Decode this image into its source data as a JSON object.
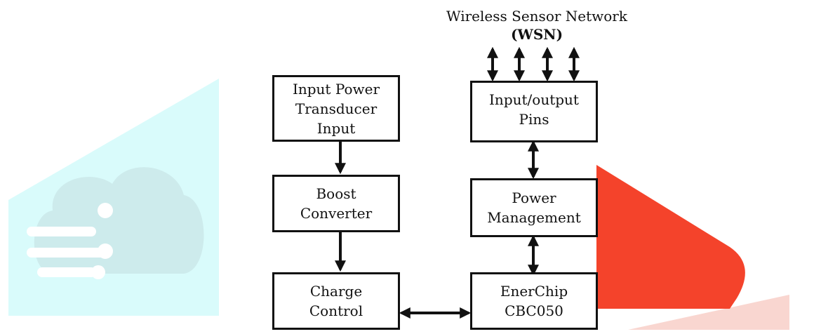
{
  "network": {
    "title_line1": "Wireless Sensor Network",
    "title_line2": "(WSN)"
  },
  "blocks": {
    "input_power": {
      "line1": "Input Power",
      "line2": "Transducer",
      "line3": "Input"
    },
    "boost": {
      "line1": "Boost",
      "line2": "Converter"
    },
    "charge": {
      "line1": "Charge",
      "line2": "Control"
    },
    "io_pins": {
      "line1": "Input/output",
      "line2": "Pins"
    },
    "power_mgmt": {
      "line1": "Power",
      "line2": "Management"
    },
    "enerchip": {
      "line1": "EnerChip",
      "line2": "CBC050"
    }
  },
  "colors": {
    "line": "#111111",
    "watermark_cyan": "#d9fbfb",
    "watermark_cloud": "#cdebec",
    "watermark_red": "#f4432b",
    "watermark_red_light": "#f9d6d0"
  }
}
